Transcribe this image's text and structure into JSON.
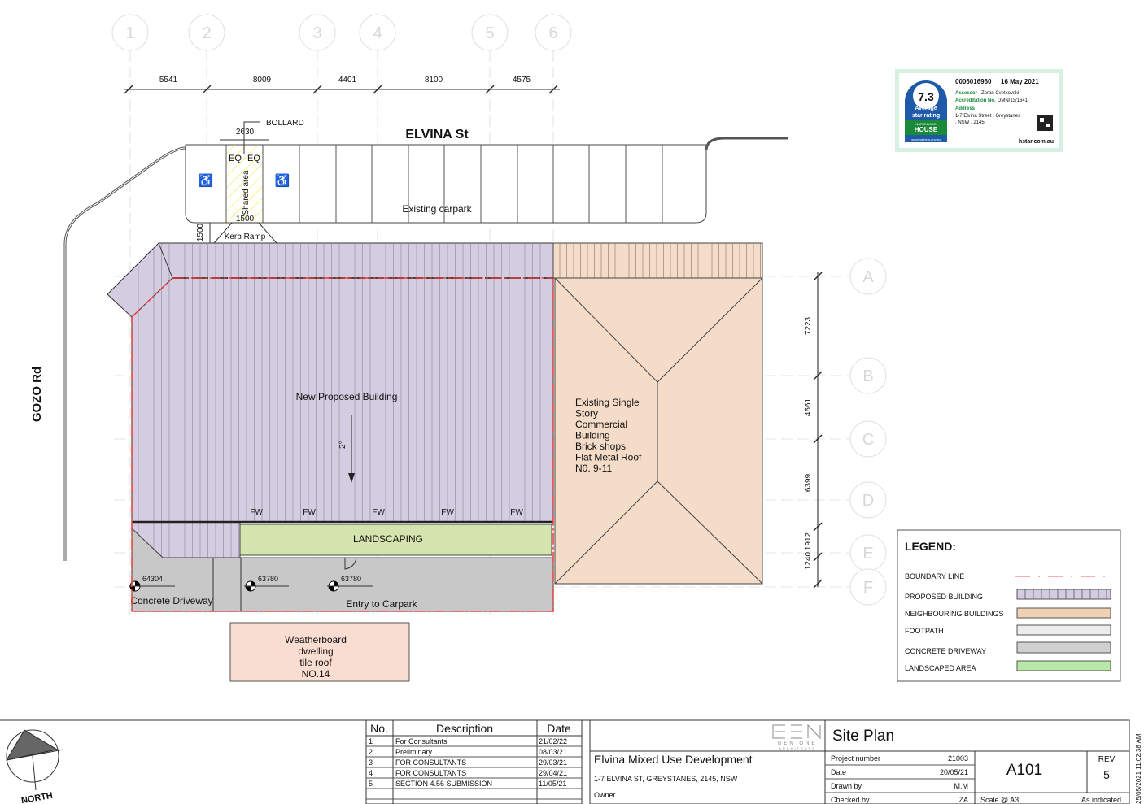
{
  "colors": {
    "proposed": "#d4cde2",
    "neighbour": "#f5dcc8",
    "dwelling": "#f8ddd0",
    "concrete": "#c8c8c8",
    "landscaping": "#d5e3ae",
    "boundary": "#e23a3a",
    "legend_landscape": "#b8e8a8",
    "legend_footpath": "#ececec",
    "legend_neighbour": "#efd2b4"
  },
  "grid": {
    "columns": [
      "1",
      "2",
      "3",
      "4",
      "5",
      "6"
    ],
    "rows": [
      "A",
      "B",
      "C",
      "D",
      "E",
      "F"
    ]
  },
  "dimensions": {
    "horizontal": [
      "5541",
      "8009",
      "4401",
      "8100",
      "4575"
    ],
    "vertical": [
      "7223",
      "4561",
      "6399",
      "1912",
      "1240"
    ],
    "bollard_width": "2630",
    "ramp_width": "1500",
    "ramp_depth": "1500"
  },
  "plan": {
    "street_top": "ELVINA St",
    "street_left": "GOZO Rd",
    "bollard": "BOLLARD",
    "eq1": "EQ",
    "eq2": "EQ",
    "shared_area": "Shared area",
    "kerb_ramp": "Kerb Ramp",
    "existing_carpark": "Existing carpark",
    "new_building": "New Proposed Building",
    "fall": "2°",
    "fw": [
      "FW",
      "FW",
      "FW",
      "FW",
      "FW"
    ],
    "landscaping": "LANDSCAPING",
    "levels": [
      "64304",
      "63780",
      "63780"
    ],
    "concrete_driveway": "Concrete Driveway",
    "entry_carpark": "Entry to Carpark",
    "existing_building": [
      "Existing Single",
      "Story",
      "Commercial",
      "Building",
      "Brick shops",
      "Flat Metal Roof",
      "N0. 9-11"
    ],
    "dwelling": [
      "Weatherboard",
      "dwelling",
      "tile roof",
      "NO.14"
    ]
  },
  "stamp": {
    "certificate": "0006016960",
    "date": "16 May 2021",
    "rating": "7.3",
    "rating_label_1": "Average",
    "rating_label_2": "star rating",
    "assessor_label": "Assessor",
    "assessor": "Zoran Cvetkovski",
    "accreditation_label": "Accreditation No.",
    "accreditation": "DMN/13/1641",
    "address_label": "Address",
    "address_1": "1-7 Elvina Street , Greystanes",
    "address_2": ", NSW , 2145",
    "scheme_1": "NATIONWIDE",
    "scheme_2": "HOUSE",
    "scheme_url": "www.nathers.gov.au",
    "provider": "hstar.com.au"
  },
  "legend": {
    "title": "LEGEND:",
    "items": [
      "BOUNDARY LINE",
      "PROPOSED BUILDING",
      "NEIGHBOURING BUILDINGS",
      "FOOTPATH",
      "CONCRETE DRIVEWAY",
      "LANDSCAPED AREA"
    ]
  },
  "north": "NORTH",
  "revisions": {
    "headers": [
      "No.",
      "Description",
      "Date"
    ],
    "rows": [
      [
        "1",
        "For Consultants",
        "21/02/22"
      ],
      [
        "2",
        "Preliminary",
        "08/03/21"
      ],
      [
        "3",
        "FOR CONSULTANTS",
        "29/03/21"
      ],
      [
        "4",
        "FOR CONSULTANTS",
        "29/04/21"
      ],
      [
        "5",
        "SECTION 4.56 SUBMISSION",
        "11/05/21"
      ]
    ]
  },
  "title_block": {
    "firm_1": "GEN ONE",
    "firm_2": "ARCHITECTS",
    "sheet_title": "Site Plan",
    "project": "Elvina Mixed Use Development",
    "address": "1-7 ELVINA ST, GREYSTANES, 2145, NSW",
    "owner_label": "Owner",
    "project_number_label": "Project number",
    "project_number": "21003",
    "date_label": "Date",
    "date": "20/05/21",
    "drawn_label": "Drawn by",
    "drawn": "M.M",
    "checked_label": "Checked by",
    "checked": "ZA",
    "sheet_number": "A101",
    "rev_label": "REV",
    "rev": "5",
    "scale_label": "Scale @ A3",
    "scale": "As indicated",
    "timestamp": "25/05/2021 11:02:38 AM"
  }
}
